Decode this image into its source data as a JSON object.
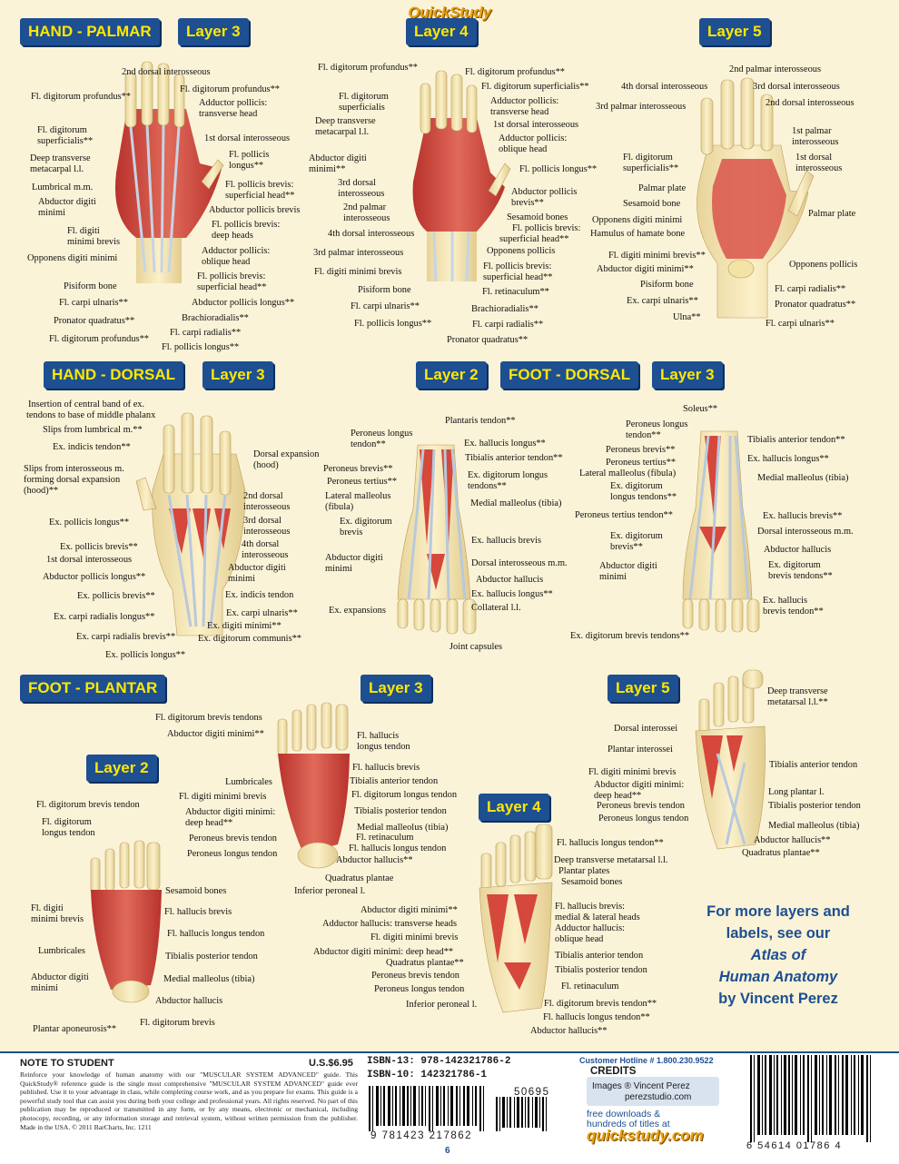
{
  "brand": "QuickStudy",
  "headings": {
    "hand_palmar": "HAND - PALMAR",
    "hp_layer3": "Layer 3",
    "hp_layer4": "Layer 4",
    "hp_layer5": "Layer 5",
    "hand_dorsal": "HAND - DORSAL",
    "hd_layer3": "Layer 3",
    "fd_layer2": "Layer 2",
    "foot_dorsal": "FOOT - DORSAL",
    "fd_layer3": "Layer 3",
    "foot_plantar": "FOOT - PLANTAR",
    "fp_layer3": "Layer 3",
    "fp_layer5": "Layer 5",
    "fp_layer2": "Layer 2",
    "fp_layer4": "Layer 4"
  },
  "labels": {
    "hp3": [
      {
        "t": "2nd dorsal interosseous"
      },
      {
        "t": "Fl. digitorum profundus**"
      },
      {
        "t": "Fl. digitorum profundus**"
      },
      {
        "t": "Adductor pollicis:"
      },
      {
        "t": "transverse head"
      },
      {
        "t": "Fl. digitorum"
      },
      {
        "t": "superficialis**"
      },
      {
        "t": "1st dorsal interosseous"
      },
      {
        "t": "Deep transverse"
      },
      {
        "t": "metacarpal l.l."
      },
      {
        "t": "Fl. pollicis"
      },
      {
        "t": "longus**"
      },
      {
        "t": "Lumbrical m.m."
      },
      {
        "t": "Fl. pollicis brevis:"
      },
      {
        "t": "superficial head**"
      },
      {
        "t": "Abductor digiti"
      },
      {
        "t": "minimi"
      },
      {
        "t": "Abductor pollicis brevis"
      },
      {
        "t": "Fl. pollicis brevis:"
      },
      {
        "t": "deep heads"
      },
      {
        "t": "Fl. digiti"
      },
      {
        "t": "minimi brevis"
      },
      {
        "t": "Adductor pollicis:"
      },
      {
        "t": "Opponens digiti minimi"
      },
      {
        "t": "oblique head"
      },
      {
        "t": "Fl. pollicis brevis:"
      },
      {
        "t": "Pisiform bone"
      },
      {
        "t": "superficial head**"
      },
      {
        "t": "Fl. carpi ulnaris**"
      },
      {
        "t": "Abductor pollicis longus**"
      },
      {
        "t": "Pronator quadratus**"
      },
      {
        "t": "Brachioradialis**"
      },
      {
        "t": "Fl. carpi radialis**"
      },
      {
        "t": "Fl. digitorum profundus**"
      },
      {
        "t": "Fl. pollicis longus**"
      }
    ],
    "hp4": [
      {
        "t": "Fl. digitorum profundus**"
      },
      {
        "t": "Fl. digitorum profundus**"
      },
      {
        "t": "Fl. digitorum superficialis**"
      },
      {
        "t": "Fl. digitorum"
      },
      {
        "t": "superficialis"
      },
      {
        "t": "Adductor pollicis:"
      },
      {
        "t": "transverse head"
      },
      {
        "t": "Deep transverse"
      },
      {
        "t": "metacarpal l.l."
      },
      {
        "t": "1st dorsal interosseous"
      },
      {
        "t": "Adductor pollicis:"
      },
      {
        "t": "oblique head"
      },
      {
        "t": "Abductor digiti"
      },
      {
        "t": "minimi**"
      },
      {
        "t": "Fl. pollicis longus**"
      },
      {
        "t": "3rd dorsal"
      },
      {
        "t": "interosseous"
      },
      {
        "t": "Abductor pollicis"
      },
      {
        "t": "brevis**"
      },
      {
        "t": "2nd palmar"
      },
      {
        "t": "interosseous"
      },
      {
        "t": "Sesamoid bones"
      },
      {
        "t": "Fl. pollicis brevis:"
      },
      {
        "t": "4th dorsal interosseous"
      },
      {
        "t": "superficial head**"
      },
      {
        "t": "Opponens pollicis"
      },
      {
        "t": "3rd palmar interosseous"
      },
      {
        "t": "Fl. pollicis brevis:"
      },
      {
        "t": "superficial head**"
      },
      {
        "t": "Fl. digiti minimi brevis"
      },
      {
        "t": "Fl. retinaculum**"
      },
      {
        "t": "Pisiform bone"
      },
      {
        "t": "Fl. carpi ulnaris**"
      },
      {
        "t": "Brachioradialis**"
      },
      {
        "t": "Fl. pollicis longus**"
      },
      {
        "t": "Fl. carpi radialis**"
      },
      {
        "t": "Pronator quadratus**"
      }
    ],
    "hp5": [
      {
        "t": "2nd palmar interosseous"
      },
      {
        "t": "4th dorsal interosseous"
      },
      {
        "t": "3rd dorsal interosseous"
      },
      {
        "t": "3rd palmar interosseous"
      },
      {
        "t": "2nd dorsal interosseous"
      },
      {
        "t": "1st palmar"
      },
      {
        "t": "interosseous"
      },
      {
        "t": "Fl. digitorum"
      },
      {
        "t": "superficialis**"
      },
      {
        "t": "1st dorsal"
      },
      {
        "t": "interosseous"
      },
      {
        "t": "Palmar plate"
      },
      {
        "t": "Sesamoid bone"
      },
      {
        "t": "Palmar plate"
      },
      {
        "t": "Opponens digiti minimi"
      },
      {
        "t": "Hamulus of hamate bone"
      },
      {
        "t": "Fl. digiti minimi brevis**"
      },
      {
        "t": "Opponens pollicis"
      },
      {
        "t": "Abductor digiti minimi**"
      },
      {
        "t": "Pisiform bone"
      },
      {
        "t": "Fl. carpi radialis**"
      },
      {
        "t": "Ex. carpi ulnaris**"
      },
      {
        "t": "Pronator quadratus**"
      },
      {
        "t": "Ulna**"
      },
      {
        "t": "Fl. carpi ulnaris**"
      }
    ],
    "hd": [
      {
        "t": "Insertion of central band of ex."
      },
      {
        "t": "tendons to base of middle phalanx"
      },
      {
        "t": "Slips from lumbrical m.**"
      },
      {
        "t": "Ex. indicis tendon**"
      },
      {
        "t": "Dorsal expansion"
      },
      {
        "t": "(hood)"
      },
      {
        "t": "Slips from interosseous m."
      },
      {
        "t": "forming dorsal expansion"
      },
      {
        "t": "(hood)**"
      },
      {
        "t": "2nd dorsal"
      },
      {
        "t": "interosseous"
      },
      {
        "t": "Ex. pollicis longus**"
      },
      {
        "t": "3rd dorsal"
      },
      {
        "t": "interosseous"
      },
      {
        "t": "Ex. pollicis brevis**"
      },
      {
        "t": "4th dorsal"
      },
      {
        "t": "1st dorsal interosseous"
      },
      {
        "t": "interosseous"
      },
      {
        "t": "Abductor digiti"
      },
      {
        "t": "Abductor pollicis longus**"
      },
      {
        "t": "minimi"
      },
      {
        "t": "Ex. pollicis brevis**"
      },
      {
        "t": "Ex. indicis tendon"
      },
      {
        "t": "Ex. carpi radialis longus**"
      },
      {
        "t": "Ex. carpi ulnaris**"
      },
      {
        "t": "Ex. digiti minimi**"
      },
      {
        "t": "Ex. carpi radialis brevis**"
      },
      {
        "t": "Ex. digitorum communis**"
      },
      {
        "t": "Ex. pollicis longus**"
      }
    ],
    "fd2": [
      {
        "t": "Plantaris tendon**"
      },
      {
        "t": "Peroneus longus"
      },
      {
        "t": "tendon**"
      },
      {
        "t": "Ex. hallucis longus**"
      },
      {
        "t": "Tibialis anterior tendon**"
      },
      {
        "t": "Peroneus brevis**"
      },
      {
        "t": "Ex. digitorum longus"
      },
      {
        "t": "Peroneus tertius**"
      },
      {
        "t": "tendons**"
      },
      {
        "t": "Lateral malleolus"
      },
      {
        "t": "(fibula)"
      },
      {
        "t": "Medial malleolus (tibia)"
      },
      {
        "t": "Ex. digitorum"
      },
      {
        "t": "brevis"
      },
      {
        "t": "Ex. hallucis brevis"
      },
      {
        "t": "Abductor digiti"
      },
      {
        "t": "minimi"
      },
      {
        "t": "Dorsal interosseous m.m."
      },
      {
        "t": "Abductor hallucis"
      },
      {
        "t": "Ex. hallucis longus**"
      },
      {
        "t": "Collateral l.l."
      },
      {
        "t": "Ex. expansions"
      },
      {
        "t": "Joint capsules"
      }
    ],
    "fd3": [
      {
        "t": "Soleus**"
      },
      {
        "t": "Peroneus longus"
      },
      {
        "t": "tendon**"
      },
      {
        "t": "Tibialis anterior tendon**"
      },
      {
        "t": "Peroneus brevis**"
      },
      {
        "t": "Ex. hallucis longus**"
      },
      {
        "t": "Peroneus tertius**"
      },
      {
        "t": "Lateral malleolus (fibula)"
      },
      {
        "t": "Medial malleolus (tibia)"
      },
      {
        "t": "Ex. digitorum"
      },
      {
        "t": "longus tendons**"
      },
      {
        "t": "Peroneus tertius tendon**"
      },
      {
        "t": "Ex. hallucis brevis**"
      },
      {
        "t": "Dorsal interosseous m.m."
      },
      {
        "t": "Ex. digitorum"
      },
      {
        "t": "brevis**"
      },
      {
        "t": "Abductor hallucis"
      },
      {
        "t": "Abductor digiti"
      },
      {
        "t": "minimi"
      },
      {
        "t": "Ex. digitorum"
      },
      {
        "t": "brevis tendons**"
      },
      {
        "t": "Ex. hallucis"
      },
      {
        "t": "brevis tendon**"
      },
      {
        "t": "Ex. digitorum brevis tendons**"
      }
    ],
    "fp3": [
      {
        "t": "Fl. digitorum brevis tendons"
      },
      {
        "t": "Abductor digiti minimi**"
      },
      {
        "t": "Fl. hallucis"
      },
      {
        "t": "longus tendon"
      },
      {
        "t": "Fl. hallucis brevis"
      },
      {
        "t": "Lumbricales"
      },
      {
        "t": "Tibialis anterior tendon"
      },
      {
        "t": "Fl. digiti minimi brevis"
      },
      {
        "t": "Fl. digitorum longus tendon"
      },
      {
        "t": "Abductor digiti minimi:"
      },
      {
        "t": "deep head**"
      },
      {
        "t": "Tibialis posterior tendon"
      },
      {
        "t": "Medial malleolus (tibia)"
      },
      {
        "t": "Peroneus brevis tendon"
      },
      {
        "t": "Fl. retinaculum"
      },
      {
        "t": "Peroneus longus tendon"
      },
      {
        "t": "Fl. hallucis longus tendon"
      },
      {
        "t": "Abductor hallucis**"
      },
      {
        "t": "Quadratus plantae"
      },
      {
        "t": "Inferior peroneal l."
      }
    ],
    "fp5": [
      {
        "t": "Deep transverse"
      },
      {
        "t": "metatarsal l.l.**"
      },
      {
        "t": "Dorsal interossei"
      },
      {
        "t": "Plantar interossei"
      },
      {
        "t": "Tibialis anterior tendon"
      },
      {
        "t": "Fl. digiti minimi brevis"
      },
      {
        "t": "Abductor digiti minimi:"
      },
      {
        "t": "deep head**"
      },
      {
        "t": "Long plantar l."
      },
      {
        "t": "Peroneus brevis tendon"
      },
      {
        "t": "Tibialis posterior tendon"
      },
      {
        "t": "Peroneus longus tendon"
      },
      {
        "t": "Medial malleolus (tibia)"
      },
      {
        "t": "Abductor hallucis**"
      },
      {
        "t": "Quadratus plantae**"
      }
    ],
    "fp2": [
      {
        "t": "Fl. digitorum brevis tendon"
      },
      {
        "t": "Fl. digitorum"
      },
      {
        "t": "longus tendon"
      },
      {
        "t": "Sesamoid bones"
      },
      {
        "t": "Fl. digiti"
      },
      {
        "t": "minimi brevis"
      },
      {
        "t": "Fl. hallucis brevis"
      },
      {
        "t": "Fl. hallucis longus tendon"
      },
      {
        "t": "Lumbricales"
      },
      {
        "t": "Tibialis posterior tendon"
      },
      {
        "t": "Abductor digiti"
      },
      {
        "t": "minimi"
      },
      {
        "t": "Medial malleolus (tibia)"
      },
      {
        "t": "Abductor hallucis"
      },
      {
        "t": "Plantar aponeurosis**"
      },
      {
        "t": "Fl. digitorum brevis"
      }
    ],
    "fp4": [
      {
        "t": "Fl. hallucis longus tendon**"
      },
      {
        "t": "Deep transverse metatarsal l.l."
      },
      {
        "t": "Plantar plates"
      },
      {
        "t": "Sesamoid bones"
      },
      {
        "t": "Abductor digiti minimi**"
      },
      {
        "t": "Fl. hallucis brevis:"
      },
      {
        "t": "Adductor hallucis: transverse heads"
      },
      {
        "t": "medial & lateral heads"
      },
      {
        "t": "Adductor hallucis:"
      },
      {
        "t": "Fl. digiti minimi brevis"
      },
      {
        "t": "oblique head"
      },
      {
        "t": "Abductor digiti minimi: deep head**"
      },
      {
        "t": "Tibialis anterior tendon"
      },
      {
        "t": "Quadratus plantae**"
      },
      {
        "t": "Tibialis posterior tendon"
      },
      {
        "t": "Peroneus brevis tendon"
      },
      {
        "t": "Peroneus longus tendon"
      },
      {
        "t": "Fl. retinaculum"
      },
      {
        "t": "Inferior peroneal l."
      },
      {
        "t": "Fl. digitorum brevis tendon**"
      },
      {
        "t": "Fl. hallucis longus tendon**"
      },
      {
        "t": "Abductor hallucis**"
      }
    ]
  },
  "promo": {
    "l1": "For more layers and",
    "l2": "labels, see our",
    "l3": "Atlas of",
    "l4": "Human Anatomy",
    "l5": "by Vincent Perez"
  },
  "footer": {
    "note_title": "NOTE TO STUDENT",
    "price": "U.S.$6.95",
    "note_body": "Reinforce your knowledge of human anatomy with our \"MUSCULAR SYSTEM ADVANCED\" guide. This QuickStudy® reference guide is the single most comprehensive \"MUSCULAR SYSTEM ADVANCED\" guide ever published. Use it to your advantage in class, while completing course work, and as you prepare for exams. This guide is a powerful study tool that can assist you during both your college and professional years. All rights reserved. No part of this publication may be reproduced or transmitted in any form, or by any means, electronic or mechanical, including photocopy, recording, or any information storage and retrieval system, without written permission from the publisher. Made in the USA. © 2011 BarCharts, Inc. 1211",
    "isbn13": "ISBN-13: 978-142321786-2",
    "isbn10": "ISBN-10: 142321786-1",
    "price_code": "50695",
    "ean": "9 781423 217862",
    "page_num": "6",
    "hotline": "Customer Hotline # 1.800.230.9522",
    "credits_title": "CREDITS",
    "credits_images": "Images ® Vincent Perez",
    "credits_site": "perezstudio.com",
    "free_line1": "free downloads &",
    "free_line2": "hundreds of titles at",
    "site": "quickstudy.com",
    "upc": "6   54614 01786   4"
  },
  "colors": {
    "heading_bg": "#1d4f91",
    "heading_text": "#ffe800",
    "page_bg": "#fbf3d7",
    "promo": "#1d4f91"
  }
}
